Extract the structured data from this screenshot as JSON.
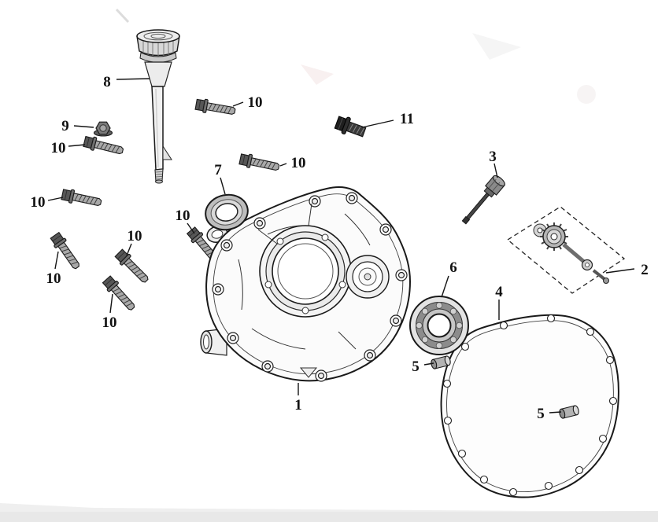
{
  "diagram": {
    "background": "#ffffff",
    "line_color": "#1a1a1a",
    "callouts": [
      {
        "label": "8"
      },
      {
        "label": "10"
      },
      {
        "label": "9"
      },
      {
        "label": "10"
      },
      {
        "label": "11"
      },
      {
        "label": "7"
      },
      {
        "label": "10"
      },
      {
        "label": "3"
      },
      {
        "label": "10"
      },
      {
        "label": "10"
      },
      {
        "label": "10"
      },
      {
        "label": "2"
      },
      {
        "label": "10"
      },
      {
        "label": "6"
      },
      {
        "label": "4"
      },
      {
        "label": "10"
      },
      {
        "label": "5"
      },
      {
        "label": "1"
      },
      {
        "label": "5"
      }
    ]
  }
}
